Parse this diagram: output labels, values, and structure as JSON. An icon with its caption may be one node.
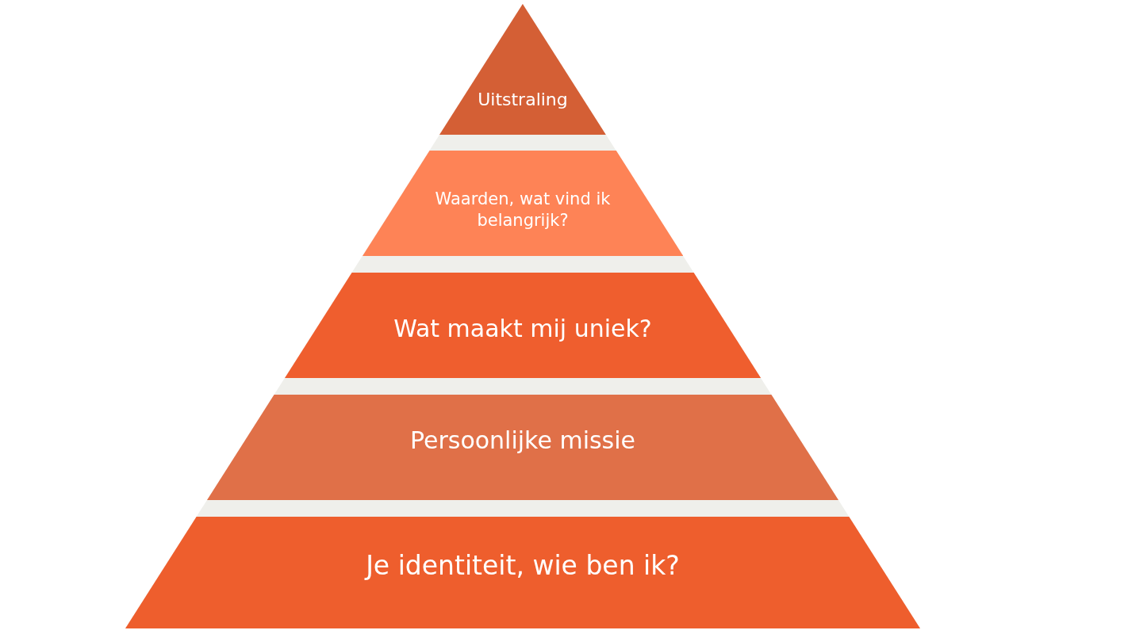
{
  "diagram": {
    "nodes": [
      {
        "text": [
          "Uitstraling"
        ]
      },
      {
        "text": [
          "Waarden, wat vind ik belangrijk?"
        ]
      },
      {
        "text": [
          "Wat maakt mij uniek?"
        ]
      },
      {
        "text": [
          "Persoonlijke missie"
        ]
      },
      {
        "text": [
          "Je identiteit, wie ben ik?"
        ]
      }
    ]
  }
}
